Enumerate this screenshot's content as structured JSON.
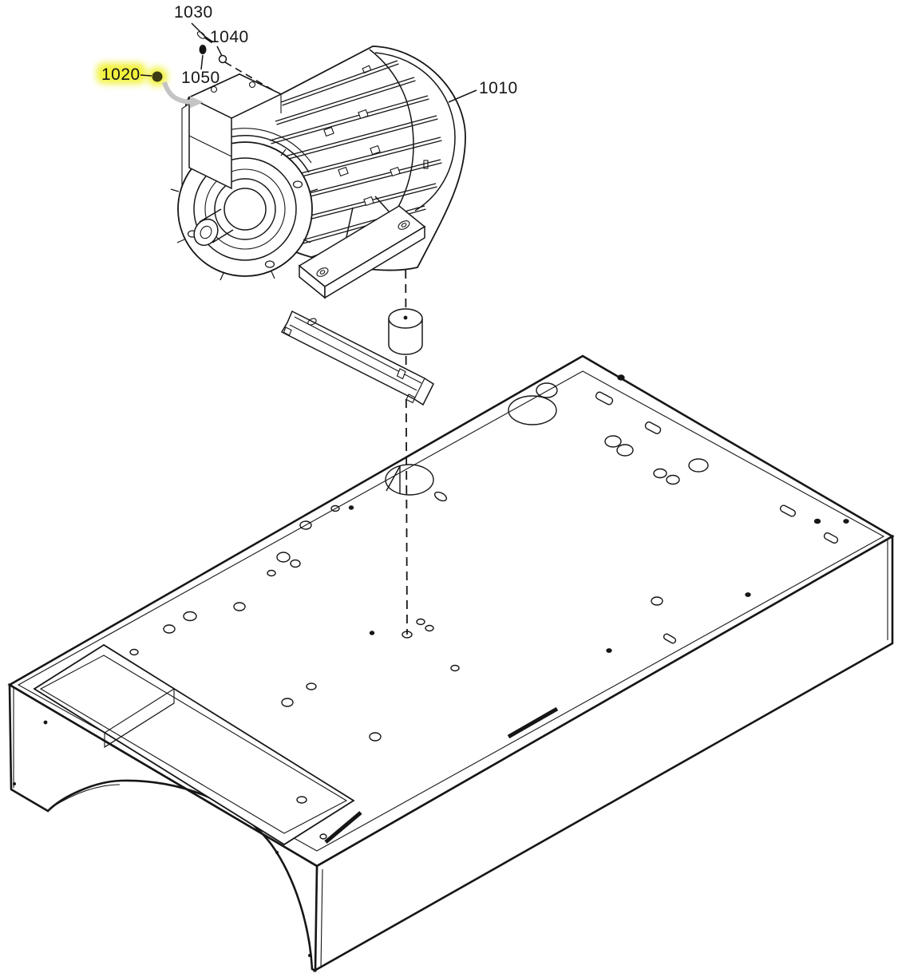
{
  "diagram": {
    "kind": "exploded-parts-diagram",
    "background": "#ffffff",
    "line_color": "#161616",
    "highlight_color": "#f2f23c",
    "arrow_color": "#c4c4c4",
    "callouts": [
      {
        "label": "1030",
        "target": "screw-icon",
        "highlighted": false
      },
      {
        "label": "1040",
        "target": "washer-icon",
        "highlighted": false
      },
      {
        "label": "1020",
        "target": "ball-plug-icon",
        "highlighted": true
      },
      {
        "label": "1050",
        "target": "pin-icon",
        "highlighted": false
      },
      {
        "label": "1010",
        "target": "motor-drawing",
        "highlighted": false
      }
    ]
  }
}
